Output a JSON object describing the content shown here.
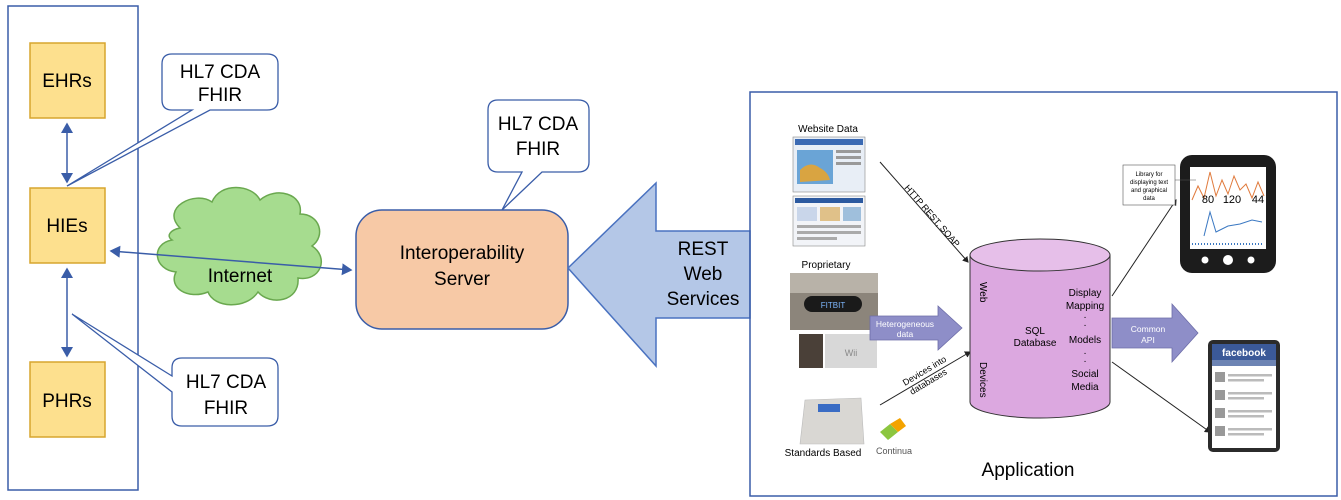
{
  "left_panel": {
    "ehrs": "EHRs",
    "hies": "HIEs",
    "phrs": "PHRs"
  },
  "callouts": {
    "top_left": [
      "HL7 CDA",
      "FHIR"
    ],
    "bottom_left": [
      "HL7 CDA",
      "FHIR"
    ],
    "server": [
      "HL7 CDA",
      "FHIR"
    ]
  },
  "internet_label": "Internet",
  "server_label": [
    "Interoperability",
    "Server"
  ],
  "rest_arrow": [
    "REST",
    "Web",
    "Services"
  ],
  "application": {
    "caption": "Application",
    "website_data": "Website Data",
    "proprietary": "Proprietary",
    "standards_based": "Standards Based",
    "continua": "Continua",
    "heterogeneous": [
      "Heterogeneous",
      "data"
    ],
    "http_rest": "HTTP REST, SOAP",
    "devices_into": [
      "Devices into",
      "databases"
    ],
    "db_web": "Web",
    "db_devices": "Devices",
    "db_sql": [
      "SQL",
      "Database"
    ],
    "db_right": [
      "Display",
      "Mapping",
      "Models",
      "Social",
      "Media"
    ],
    "common_api": [
      "Common",
      "API"
    ],
    "library_note": [
      "Library for",
      "displaying text",
      "and graphical",
      "data"
    ],
    "phone_numbers": [
      "80",
      "120",
      "44"
    ],
    "facebook": "facebook"
  },
  "colors": {
    "box_fill": "#fde08e",
    "box_stroke": "#d7a52e",
    "server_fill": "#f7c9a6",
    "server_stroke": "#3a5da8",
    "cloud_fill": "#a6dc8f",
    "cloud_stroke": "#6aa84f",
    "arrow_fill": "#b4c7e7",
    "arrow_stroke": "#4a72c0",
    "connector": "#3a5da8",
    "db_fill": "#dca8e0",
    "purple_arrow": "#8e8ec8"
  }
}
